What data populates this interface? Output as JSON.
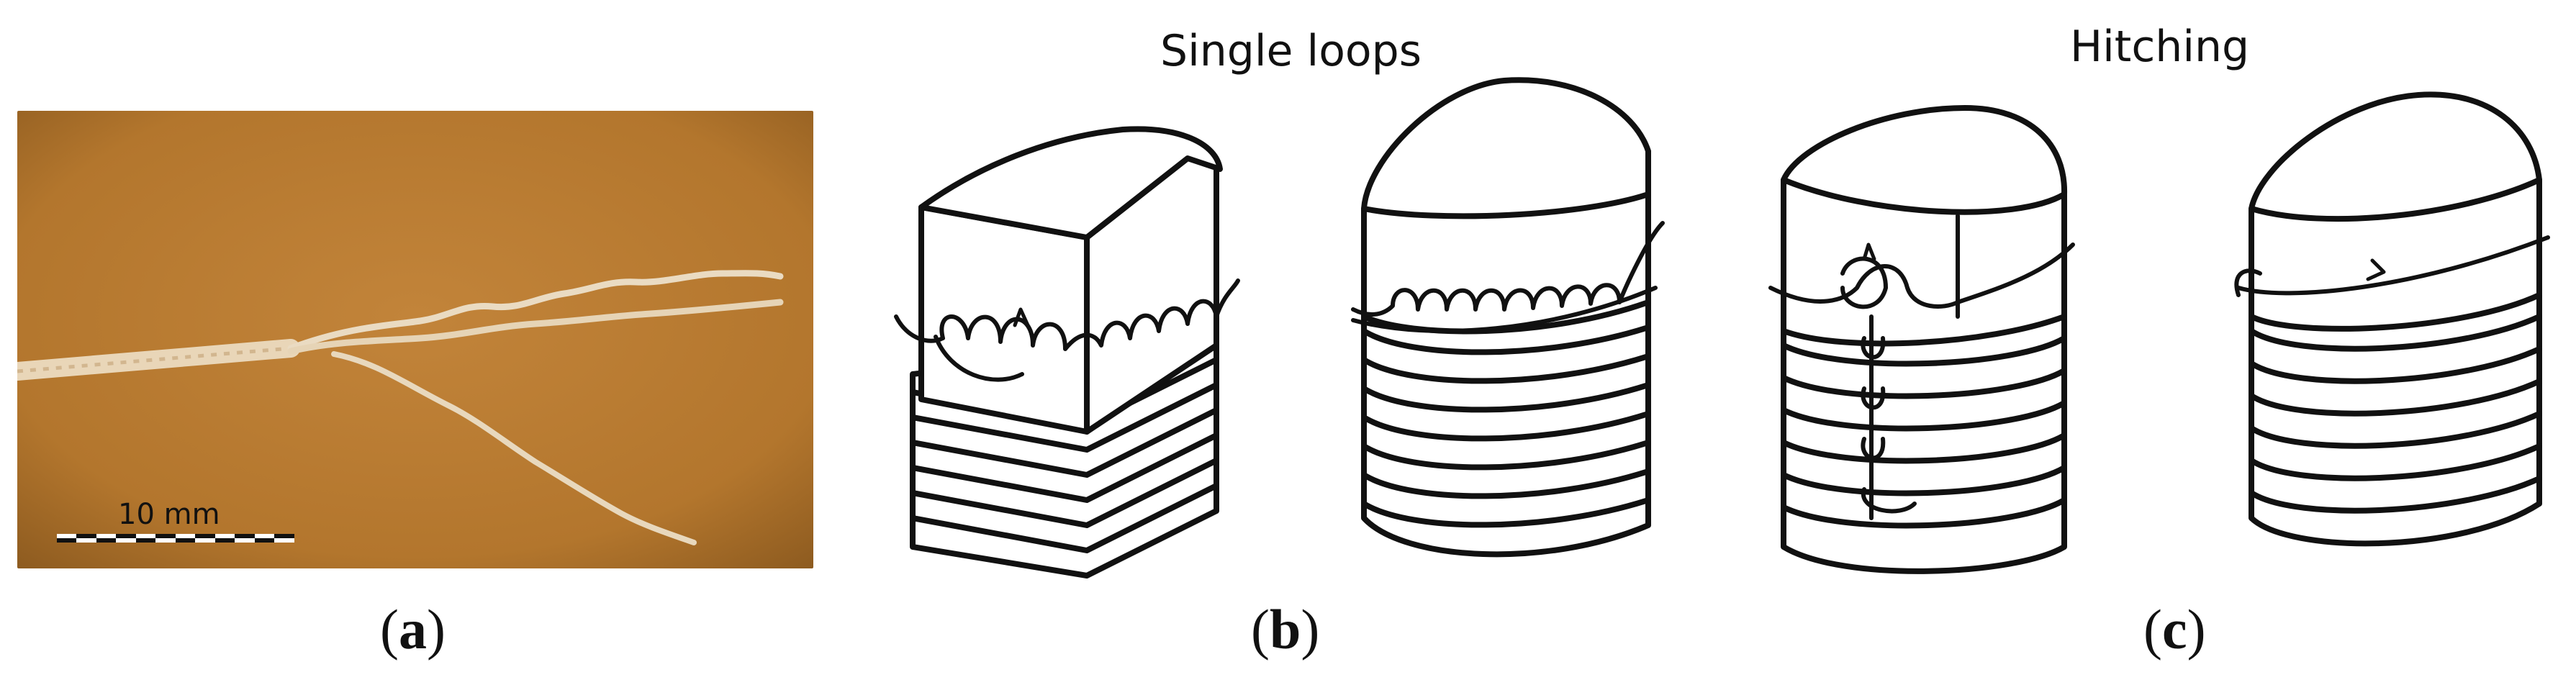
{
  "headings": {
    "single_loops": "Single loops",
    "hitching": "Hitching"
  },
  "captions": {
    "a": "a",
    "b": "b",
    "c": "c"
  },
  "photo": {
    "scale_label": "10 mm",
    "background_color": "#b8792e"
  },
  "colors": {
    "ink": "#111111",
    "paper": "#ffffff",
    "cord": "#ead9bf"
  }
}
